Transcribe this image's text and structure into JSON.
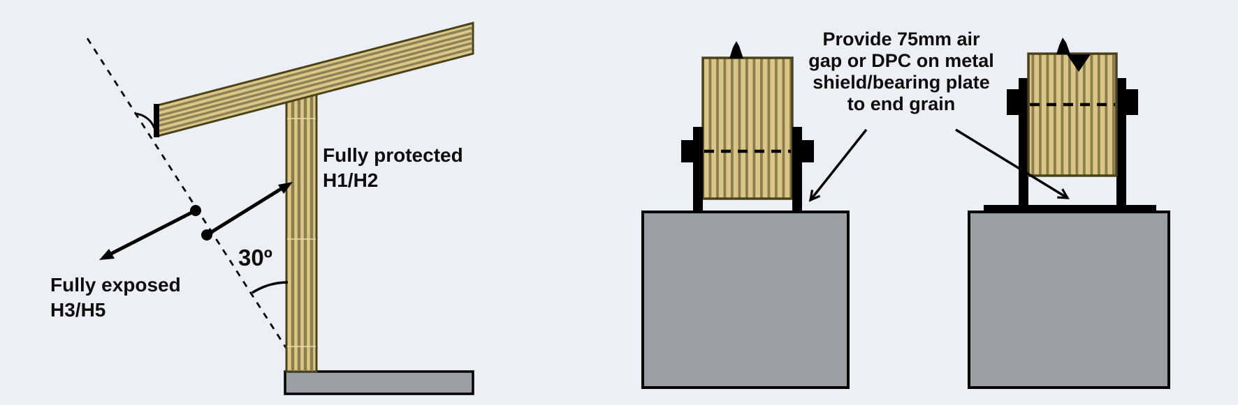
{
  "left_diagram": {
    "protected_label": {
      "line1": "Fully protected",
      "line2": "H1/H2"
    },
    "exposed_label": {
      "line1": "Fully exposed",
      "line2": "H3/H5"
    },
    "angle_label": "30º"
  },
  "right_diagram": {
    "annotation": {
      "line1": "Provide 75mm air",
      "line2": "gap or DPC on metal",
      "line3": "shield/bearing plate",
      "line4": "to end grain"
    }
  },
  "colors": {
    "background": "#ecf0f5",
    "timber_fill": "#dcc685",
    "timber_grain": "#8a7d4e",
    "timber_border": "#4a421d",
    "concrete": "#9b9ea3",
    "ink": "#000000"
  }
}
